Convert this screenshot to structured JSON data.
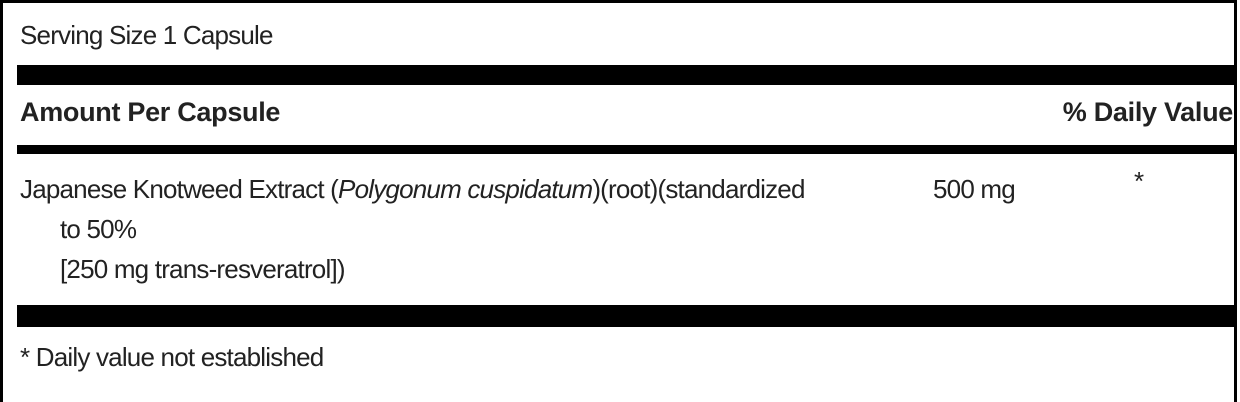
{
  "serving_size": "Serving Size 1 Capsule",
  "header": {
    "amount_per": "Amount Per Capsule",
    "daily_value": "% Daily Value"
  },
  "ingredient": {
    "name_prefix": "Japanese Knotweed Extract (",
    "latin_name": "Polygonum cuspidatum",
    "name_suffix": ")(root)(standardized",
    "line2": "to 50%",
    "line3": "[250 mg trans-resveratrol])",
    "amount": "500 mg",
    "daily_value": "*"
  },
  "footnote": "* Daily value not established"
}
